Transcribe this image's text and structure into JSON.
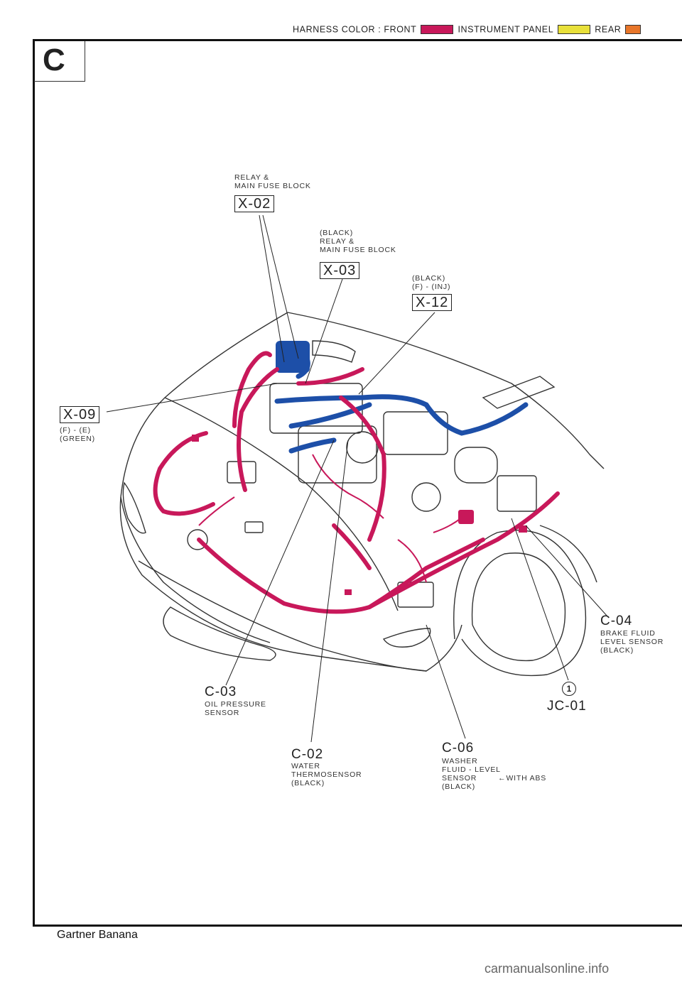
{
  "header": {
    "prefix": "HARNESS COLOR : FRONT",
    "instrument_panel": "INSTRUMENT PANEL",
    "rear": "REAR",
    "colors": {
      "front": "#c8185a",
      "instrument_panel": "#e8e03a",
      "rear": "#e8762a"
    }
  },
  "section_letter": "C",
  "wire_colors": {
    "front": "#c8185a",
    "engine": "#1d4fa8"
  },
  "labels": {
    "x02": {
      "line1": "RELAY &",
      "line2": "MAIN FUSE BLOCK",
      "code": "X-02"
    },
    "x03": {
      "line1": "(BLACK)",
      "line2": "RELAY &",
      "line3": "MAIN FUSE BLOCK",
      "code": "X-03"
    },
    "x12": {
      "line1": "(BLACK)",
      "line2": "(F) - (INJ)",
      "code": "X-12"
    },
    "x09": {
      "code": "X-09",
      "line1": "(F) - (E)",
      "line2": "(GREEN)"
    },
    "c04": {
      "code": "C-04",
      "line1": "BRAKE FLUID",
      "line2": "LEVEL SENSOR",
      "line3": "(BLACK)"
    },
    "c03": {
      "code": "C-03",
      "line1": "OIL PRESSURE",
      "line2": "SENSOR"
    },
    "jc01": {
      "number": "1",
      "code": "JC-01"
    },
    "c02": {
      "code": "C-02",
      "line1": "WATER",
      "line2": "THERMOSENSOR",
      "line3": "(BLACK)"
    },
    "c06": {
      "code": "C-06",
      "line1": "WASHER",
      "line2": "FLUID - LEVEL",
      "line3": "SENSOR",
      "line3b": "←WITH ABS",
      "line4": "(BLACK)"
    }
  },
  "footer": {
    "left": "Gartner Banana",
    "right": "carmanualsonline.info"
  }
}
